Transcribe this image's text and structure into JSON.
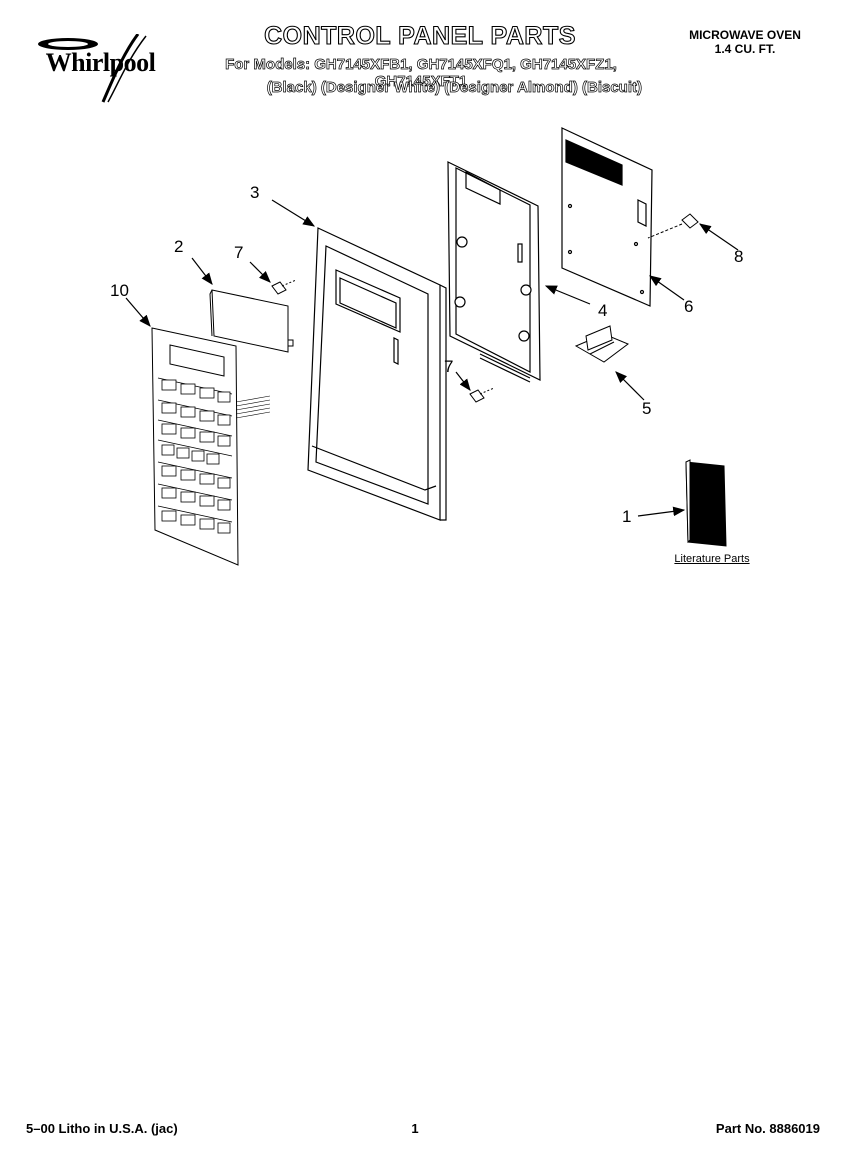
{
  "header": {
    "brand": "Whirlpool",
    "title": "CONTROL PANEL PARTS",
    "models_line": "For Models: GH7145XFB1, GH7145XFQ1, GH7145XFZ1, GH7145XFT1",
    "colors_line": "(Black) (Designer White) (Designer Almond) (Biscuit)",
    "product_line1": "MICROWAVE OVEN",
    "product_line2": "1.4 CU. FT."
  },
  "callouts": {
    "c1": "1",
    "c2": "2",
    "c3": "3",
    "c4": "4",
    "c5": "5",
    "c6": "6",
    "c7a": "7",
    "c7b": "7",
    "c8": "8",
    "c10": "10"
  },
  "literature_label": "Literature Parts",
  "footer": {
    "left": "5–00 Litho in U.S.A. (jac)",
    "center": "1",
    "right": "Part No. 8886019"
  }
}
